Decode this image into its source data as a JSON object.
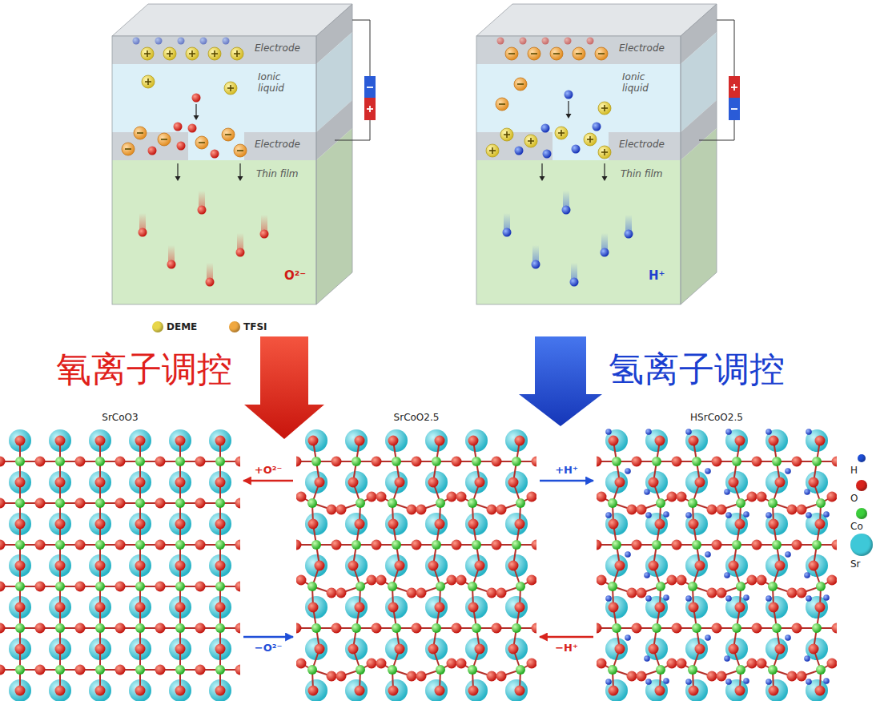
{
  "diagram": {
    "nodes": [
      {
        "text": [
          "SrCoO3"
        ]
      },
      {
        "text": [
          "SrCoO2.5"
        ]
      },
      {
        "text": [
          "HSrCoO2.5"
        ]
      }
    ],
    "edges": [
      {
        "from": 1,
        "to": 0,
        "label": "+O²⁻",
        "arrow": "to"
      },
      {
        "from": 0,
        "to": 1,
        "label": "−O²⁻",
        "arrow": "to"
      },
      {
        "from": 1,
        "to": 2,
        "label": "+H⁺",
        "arrow": "to"
      },
      {
        "from": 2,
        "to": 1,
        "label": "−H⁺",
        "arrow": "to"
      }
    ],
    "labels": [
      "Electrode",
      "Ionic liquid",
      "Electrode",
      "Thin film",
      "O²⁻",
      "Electrode",
      "Ionic liquid",
      "Electrode",
      "Thin film",
      "H⁺",
      "氧离子调控",
      "氢离子调控"
    ],
    "legend": [
      {
        "text": "DEME",
        "color": "#e8d64a"
      },
      {
        "text": "TFSI",
        "color": "#f0a840"
      },
      {
        "text": "H",
        "color": "#1f4fd8"
      },
      {
        "text": "O",
        "color": "#d8231c"
      },
      {
        "text": "Co",
        "color": "#3ccf3c"
      },
      {
        "text": "Sr",
        "color": "#3ec8d8"
      }
    ]
  }
}
